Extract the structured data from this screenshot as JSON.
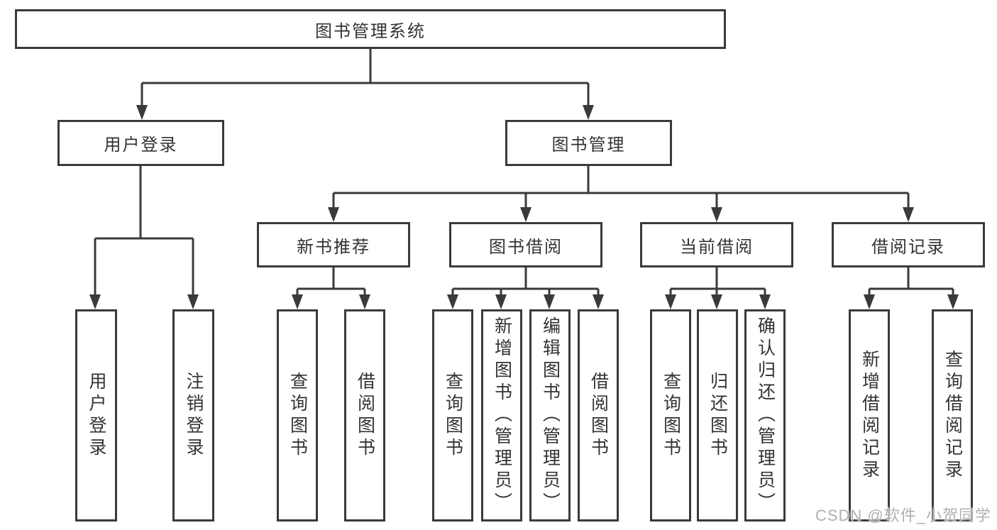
{
  "tree": {
    "root": {
      "label": "图书管理系统",
      "children": [
        {
          "label": "用户登录",
          "children": [
            {
              "label": "用户登录"
            },
            {
              "label": "注销登录"
            }
          ]
        },
        {
          "label": "图书管理",
          "children": [
            {
              "label": "新书推荐",
              "children": [
                {
                  "label": "查询图书"
                },
                {
                  "label": "借阅图书"
                }
              ]
            },
            {
              "label": "图书借阅",
              "children": [
                {
                  "label": "查询图书"
                },
                {
                  "label": "新增图书（管理员）"
                },
                {
                  "label": "编辑图书（管理员）"
                },
                {
                  "label": "借阅图书"
                }
              ]
            },
            {
              "label": "当前借阅",
              "children": [
                {
                  "label": "查询图书"
                },
                {
                  "label": "归还图书"
                },
                {
                  "label": "确认归还（管理员）"
                }
              ]
            },
            {
              "label": "借阅记录",
              "children": [
                {
                  "label": "新增借阅记录"
                },
                {
                  "label": "查询借阅记录"
                }
              ]
            }
          ]
        }
      ]
    }
  },
  "watermark": "CSDN @软件_小贺同学",
  "colors": {
    "line": "#3a3a3a",
    "text": "#333333",
    "watermark": "#b0b0b0",
    "background": "#ffffff"
  }
}
